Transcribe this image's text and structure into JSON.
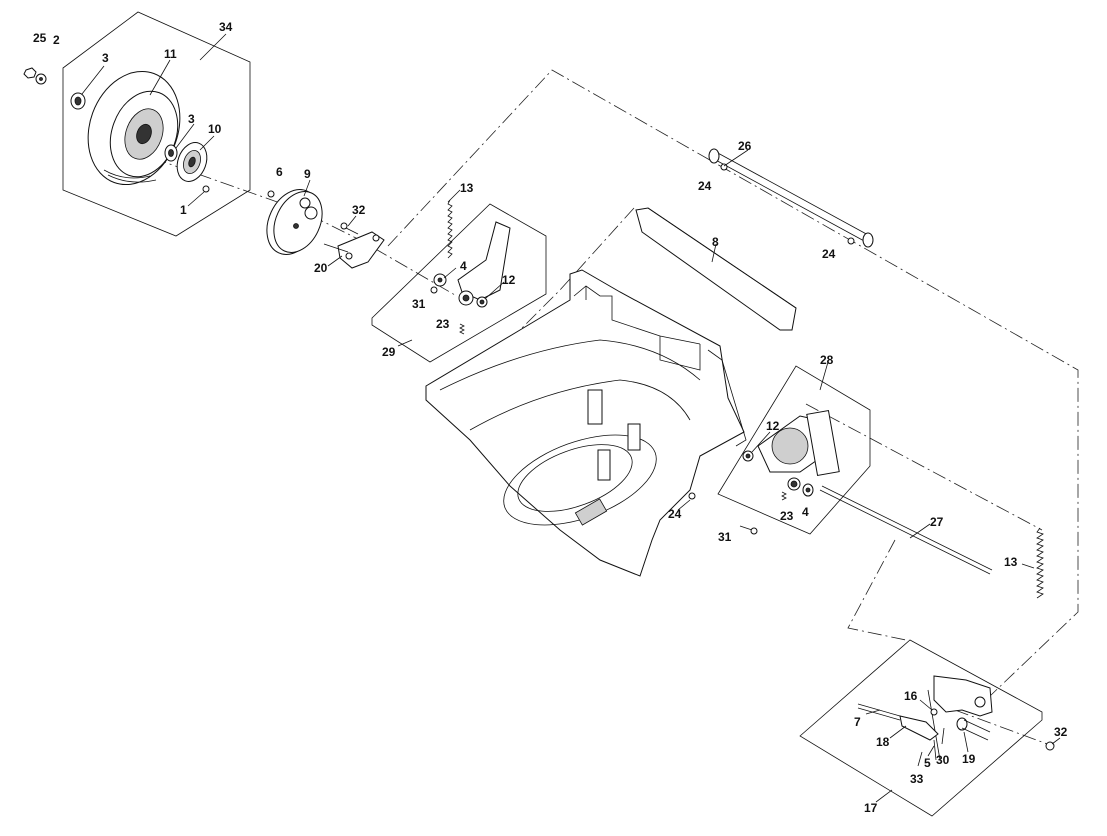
{
  "callouts": [
    {
      "id": "c25a",
      "text": "25"
    },
    {
      "id": "c2",
      "text": "2"
    },
    {
      "id": "c3a",
      "text": "3"
    },
    {
      "id": "c11",
      "text": "11"
    },
    {
      "id": "c34",
      "text": "34"
    },
    {
      "id": "c3b",
      "text": "3"
    },
    {
      "id": "c10",
      "text": "10"
    },
    {
      "id": "c1",
      "text": "1"
    },
    {
      "id": "c6",
      "text": "6"
    },
    {
      "id": "c9",
      "text": "9"
    },
    {
      "id": "c32a",
      "text": "32"
    },
    {
      "id": "c20",
      "text": "20"
    },
    {
      "id": "c13a",
      "text": "13"
    },
    {
      "id": "c4a",
      "text": "4"
    },
    {
      "id": "c12a",
      "text": "12"
    },
    {
      "id": "c31a",
      "text": "31"
    },
    {
      "id": "c23a",
      "text": "23"
    },
    {
      "id": "c29",
      "text": "29"
    },
    {
      "id": "c26",
      "text": "26"
    },
    {
      "id": "c24a",
      "text": "24"
    },
    {
      "id": "c8",
      "text": "8"
    },
    {
      "id": "c24b",
      "text": "24"
    },
    {
      "id": "c28",
      "text": "28"
    },
    {
      "id": "c12b",
      "text": "12"
    },
    {
      "id": "c24c",
      "text": "24"
    },
    {
      "id": "c23b",
      "text": "23"
    },
    {
      "id": "c4b",
      "text": "4"
    },
    {
      "id": "c31b",
      "text": "31"
    },
    {
      "id": "c27",
      "text": "27"
    },
    {
      "id": "c13b",
      "text": "13"
    },
    {
      "id": "c16",
      "text": "16"
    },
    {
      "id": "c7",
      "text": "7"
    },
    {
      "id": "c18",
      "text": "18"
    },
    {
      "id": "c30",
      "text": "30"
    },
    {
      "id": "c5",
      "text": "5"
    },
    {
      "id": "c33",
      "text": "33"
    },
    {
      "id": "c19",
      "text": "19"
    },
    {
      "id": "c32b",
      "text": "32"
    },
    {
      "id": "c17",
      "text": "17"
    }
  ]
}
